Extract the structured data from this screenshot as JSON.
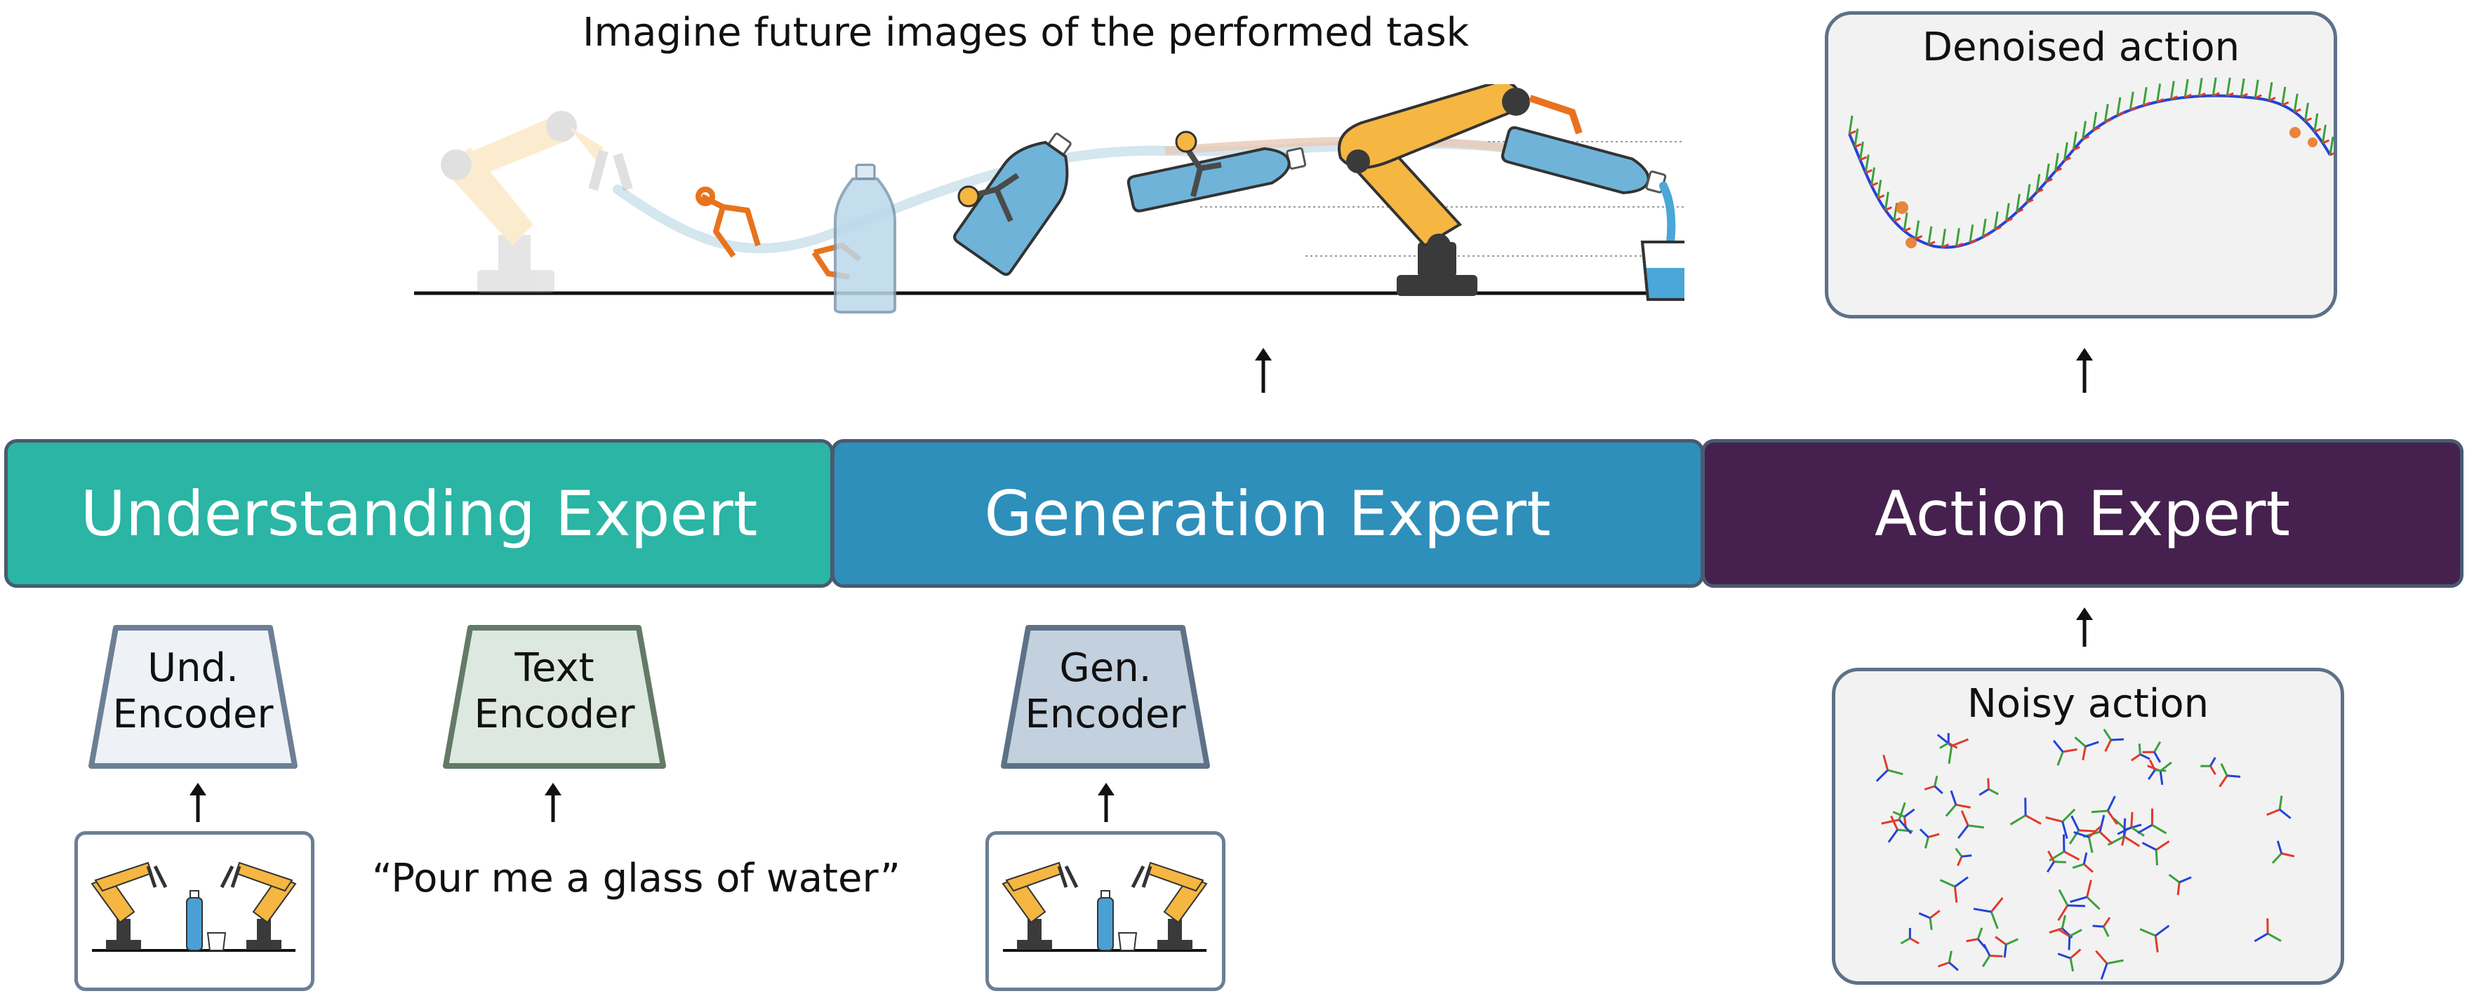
{
  "imagine_title": "Imagine future images of the performed task",
  "denoised_panel": {
    "title": "Denoised action"
  },
  "noisy_panel": {
    "title": "Noisy action"
  },
  "experts": {
    "understanding": {
      "label": "Understanding Expert",
      "color": "#2ab5a4"
    },
    "generation": {
      "label": "Generation Expert",
      "color": "#2e8fba"
    },
    "action": {
      "label": "Action Expert",
      "color": "#46214f"
    }
  },
  "encoders": {
    "und": {
      "line1": "Und.",
      "line2": "Encoder",
      "fill": "#eef2f7",
      "stroke": "#6d7f96"
    },
    "text": {
      "line1": "Text",
      "line2": "Encoder",
      "fill": "#dde8e0",
      "stroke": "#627a66"
    },
    "gen": {
      "line1": "Gen.",
      "line2": "Encoder",
      "fill": "#c3d0de",
      "stroke": "#5d7188"
    }
  },
  "instruction": "“Pour me a glass of water”",
  "colors": {
    "robot_arm": "#f5b642",
    "robot_base": "#3a3a3a",
    "gripper": "#e8731e",
    "bottle": "#6fb3d8",
    "axis_red": "#e03b2b",
    "axis_green": "#3aa13a",
    "axis_blue": "#2444d6"
  }
}
